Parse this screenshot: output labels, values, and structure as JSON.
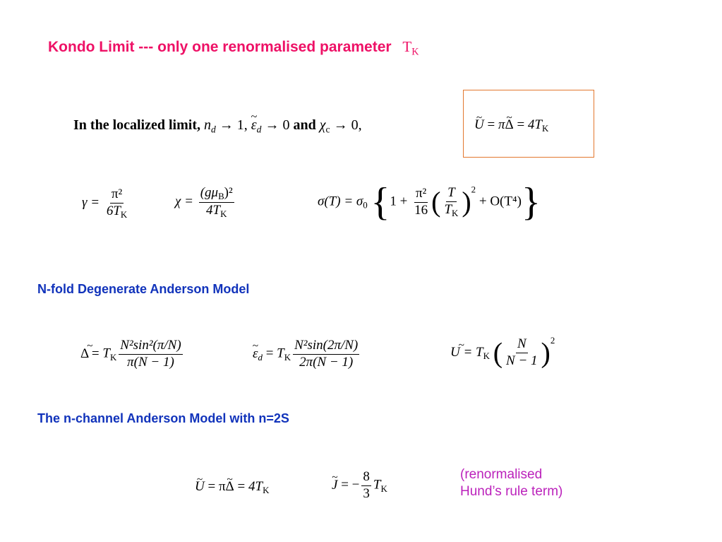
{
  "colors": {
    "title": "#ee1166",
    "heading": "#1133bb",
    "note": "#bb22bb",
    "box_border": "#e3782f"
  },
  "title": {
    "text": "Kondo Limit --- only one renormalised parameter",
    "tk_symbol": "T",
    "tk_sub": "K"
  },
  "localized_limit": {
    "prefix": "In the localized limit,",
    "nd": "n",
    "nd_sub": "d",
    "to_one": "→ 1,",
    "epsd": "ε",
    "epsd_sub": "d",
    "to_zero": "→ 0",
    "and": "and",
    "chi": "χ",
    "chi_sub": "c",
    "to_zero2": "→ 0,"
  },
  "boxed_formula": {
    "u": "U",
    "eq1": "=",
    "pi": "π",
    "delta": "Δ",
    "eq2": "=",
    "rhs": "4T",
    "rhs_sub": "K"
  },
  "kondo_formulas": {
    "gamma": {
      "lhs": "γ =",
      "num": "π²",
      "den": "6T",
      "den_sub": "K"
    },
    "chi": {
      "lhs": "χ =",
      "num": "(gμ",
      "num_sub": "B",
      "num_tail": ")²",
      "den": "4T",
      "den_sub": "K"
    },
    "sigma": {
      "lhs": "σ(T) = σ",
      "lhs_sub": "0",
      "one_plus": "1 +",
      "num": "π²",
      "den": "16",
      "t_num": "T",
      "t_den": "T",
      "t_den_sub": "K",
      "sq": "2",
      "tail": "+ O(T⁴)"
    }
  },
  "nfold": {
    "heading": "N-fold Degenerate Anderson Model",
    "delta": {
      "lhs": "Δ =",
      "t": "T",
      "t_sub": "K",
      "num": "N²sin²(π/N)",
      "den": "π(N − 1)"
    },
    "eps": {
      "lhs": "ε",
      "lhs_sub": "d",
      "eq": "=",
      "t": "T",
      "t_sub": "K",
      "num": "N²sin(2π/N)",
      "den": "2π(N − 1)"
    },
    "u": {
      "lhs": "U =",
      "t": "T",
      "t_sub": "K",
      "num": "N",
      "den": "N − 1",
      "sq": "2"
    }
  },
  "nchannel": {
    "heading": "The n-channel Anderson Model with n=2S",
    "u_formula": {
      "u": "U",
      "eq1": "= π",
      "delta": "Δ",
      "eq2": "=",
      "rhs": "4T",
      "rhs_sub": "K"
    },
    "j_formula": {
      "j": "J",
      "eq": "= −",
      "num": "8",
      "den": "3",
      "t": "T",
      "t_sub": "K"
    },
    "note_line1": "(renormalised",
    "note_line2": "Hund’s rule term)"
  }
}
